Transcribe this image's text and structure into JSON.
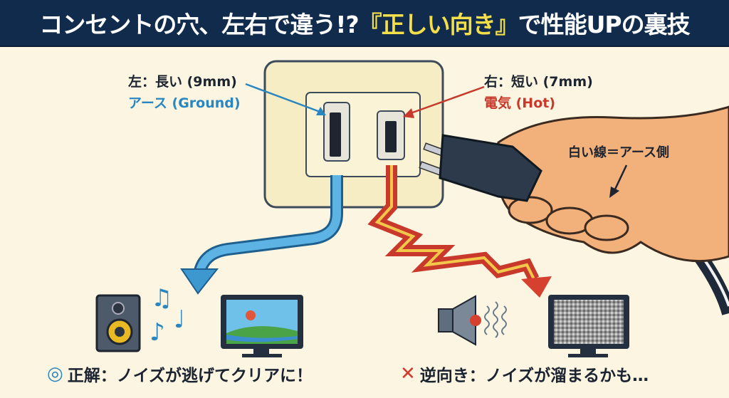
{
  "header": {
    "title_before": "コンセントの穴、左右で違う!?",
    "title_highlight": "『正しい向き』",
    "title_after": "で性能UPの裏技"
  },
  "labels": {
    "left_length": "左：長い (9mm)",
    "left_name": "アース (Ground)",
    "right_length": "右：短い (7mm)",
    "right_name": "電気 (Hot)",
    "white_line": "白い線＝アース側"
  },
  "captions": {
    "good_mark": "◎",
    "good_text": "正解：ノイズが逃げてクリアに！",
    "bad_mark": "✕",
    "bad_text": "逆向き：ノイズが溜まるかも…"
  },
  "colors": {
    "header_bg": "#112b4c",
    "highlight": "#f4df4a",
    "ground_blue": "#2a86c0",
    "hot_red": "#c8392c",
    "background": "#fbf5e1"
  }
}
